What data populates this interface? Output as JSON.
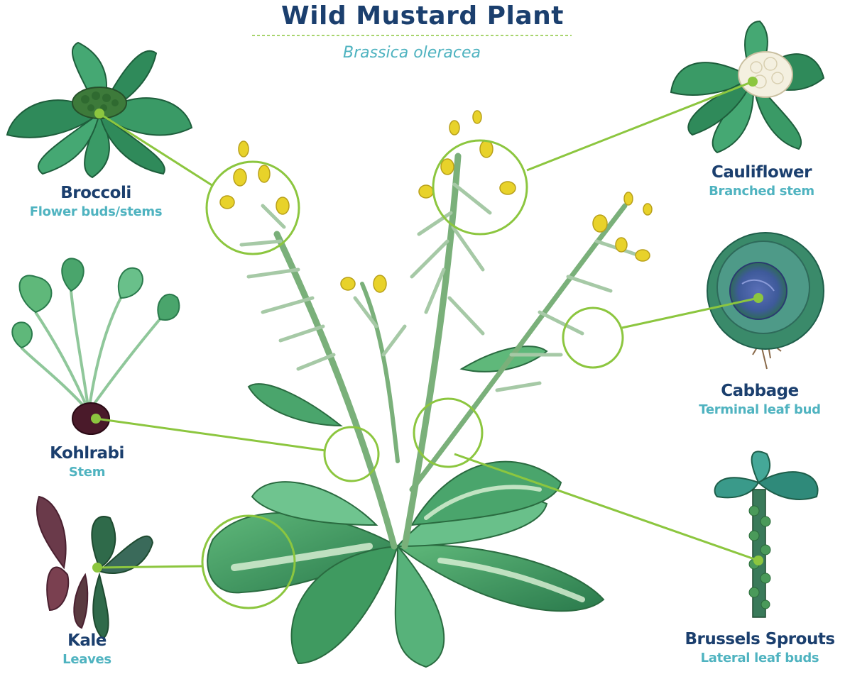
{
  "title": "Wild Mustard Plant",
  "subtitle": "Brassica oleracea",
  "vegetables": {
    "broccoli": {
      "name": "Broccoli",
      "part": "Flower buds/stems"
    },
    "kohlrabi": {
      "name": "Kohlrabi",
      "part": "Stem"
    },
    "kale": {
      "name": "Kale",
      "part": "Leaves"
    },
    "cauliflower": {
      "name": "Cauliflower",
      "part": "Branched stem"
    },
    "cabbage": {
      "name": "Cabbage",
      "part": "Terminal leaf bud"
    },
    "brussels": {
      "name": "Brussels Sprouts",
      "part": "Lateral leaf buds"
    }
  },
  "colors": {
    "title": "#1b3f6e",
    "subtitle": "#4fb3c0",
    "callout": "#8cc63f",
    "leaf_dark": "#2e7d4f",
    "leaf_mid": "#4caf6e",
    "leaf_light": "#a8d8a0",
    "flower": "#e8d22a"
  }
}
